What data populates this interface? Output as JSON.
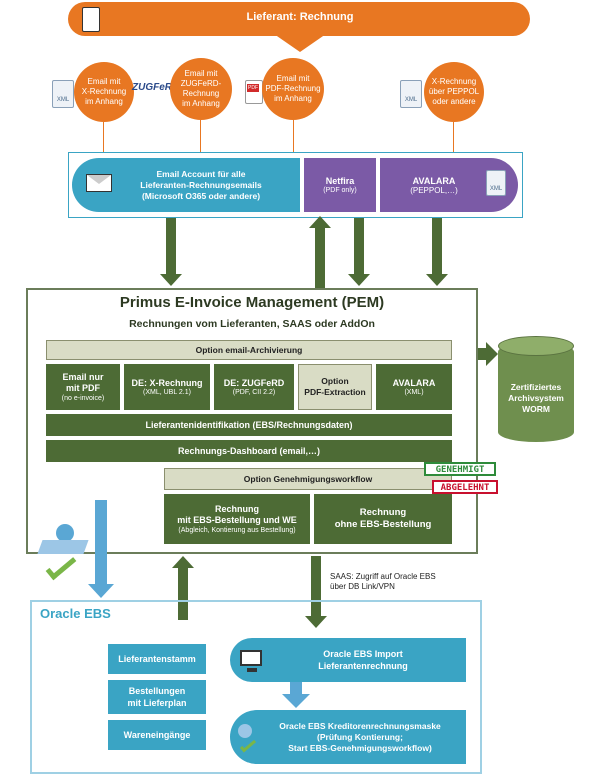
{
  "top_banner": {
    "label": "Lieferant: Rechnung"
  },
  "sources": [
    {
      "label": "Email mit\nX-Rechnung\nim Anhang",
      "icon_text": "XML"
    },
    {
      "label": "Email mit\nZUGFeRD-\nRechnung\nim Anhang",
      "icon_text": "ZUGFeRD"
    },
    {
      "label": "Email mit\nPDF-Rechnung\nim Anhang",
      "icon_text": "PDF"
    },
    {
      "label": "X-Rechnung\nüber PEPPOL\noder andere",
      "icon_text": "XML"
    }
  ],
  "intake": {
    "email_account": "Email Account für alle\nLieferanten-Rechnungsemails\n(Microsoft O365 oder andere)",
    "netfira_title": "Netfira",
    "netfira_sub": "(PDF only)",
    "avalara_title": "AVALARA",
    "avalara_sub": "(PEPPOL,…)",
    "avalara_icon_text": "XML"
  },
  "pem": {
    "title": "Primus E-Invoice Management  (PEM)",
    "subtitle": "Rechnungen vom Lieferanten, SAAS oder AddOn",
    "option_archiving": "Option email-Archivierung",
    "types": [
      {
        "title": "Email nur\nmit PDF",
        "sub": "(no e-invoice)"
      },
      {
        "title": "DE: X-Rechnung",
        "sub": "(XML, UBL 2.1)"
      },
      {
        "title": "DE: ZUGFeRD",
        "sub": "(PDF, CII 2.2)"
      },
      {
        "title": "Option\nPDF-Extraction",
        "sub": ""
      },
      {
        "title": "AVALARA",
        "sub": "(XML)"
      }
    ],
    "supplier_id": "Lieferantenidentifikation (EBS/Rechnungsdaten)",
    "dashboard": "Rechnungs-Dashboard (email,…)",
    "option_workflow": "Option Genehmigungsworkflow",
    "stamp_approved": "GENEHMIGT",
    "stamp_rejected": "ABGELEHNT",
    "invoice_with_po_title": "Rechnung\nmit EBS-Bestellung und WE",
    "invoice_with_po_sub": "(Abgleich, Kontierung aus Bestellung)",
    "invoice_without_po": "Rechnung\nohne EBS-Bestellung"
  },
  "archive": {
    "label": "Zertifiziertes\nArchivsystem\nWORM"
  },
  "saas_note": "SAAS: Zugriff auf Oracle EBS\nüber DB Link/VPN",
  "oracle": {
    "title": "Oracle EBS",
    "left_items": [
      "Lieferantenstamm",
      "Bestellungen\nmit Lieferplan",
      "Wareneingänge"
    ],
    "import_box": "Oracle EBS Import\nLieferantenrechnung",
    "payables_box": "Oracle EBS Kreditorenrechnungsmaske\n(Prüfung Kontierung;\nStart EBS-Genehmigungsworkflow)"
  },
  "colors": {
    "orange": "#e87722",
    "green": "#4d6b35",
    "teal": "#3aa4c4",
    "purple": "#7b5aa6",
    "beige": "#d9dcc5"
  }
}
